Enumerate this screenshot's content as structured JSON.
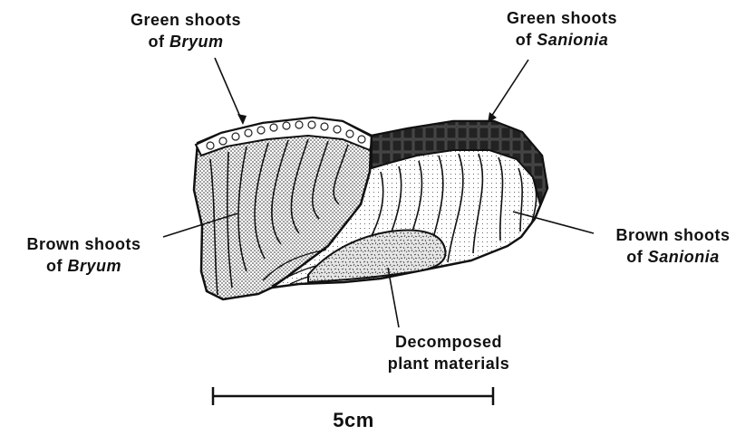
{
  "labels": {
    "green_bryum": {
      "line1": "Green shoots",
      "prefix2": "of ",
      "species": "Bryum"
    },
    "green_sanionia": {
      "line1": "Green shoots",
      "prefix2": "of ",
      "species": "Sanionia"
    },
    "brown_bryum": {
      "line1": "Brown shoots",
      "prefix2": "of ",
      "species": "Bryum"
    },
    "brown_sanionia": {
      "line1": "Brown shoots",
      "prefix2": "of ",
      "species": "Sanionia"
    },
    "decomposed": {
      "line1": "Decomposed",
      "line2": "plant materials"
    }
  },
  "scale": {
    "text": "5cm"
  },
  "colors": {
    "ink": "#111111",
    "dark_green_layer": "#2e2e2e",
    "bryum_fill": "#d8d8d8",
    "sanionia_fill": "#f4f4f4",
    "decomposed_fill": "#cfcfcf"
  }
}
